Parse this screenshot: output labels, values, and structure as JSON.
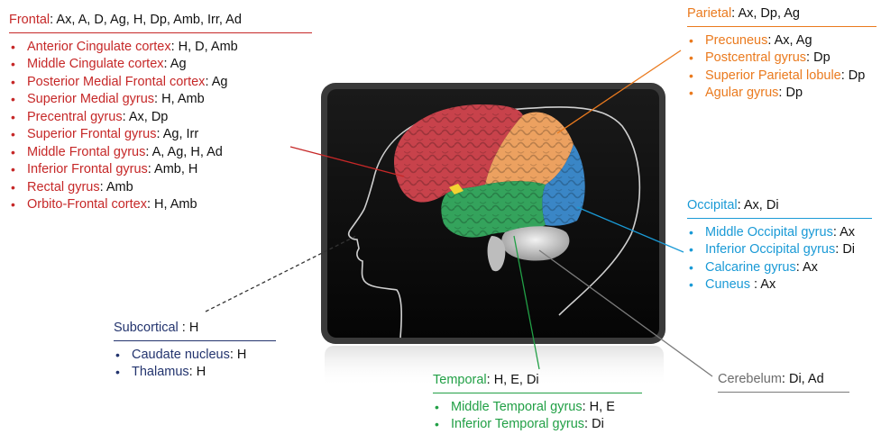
{
  "frontal": {
    "name": "Frontal",
    "abbr": "Ax, A, D, Ag, H, Dp, Amb, Irr, Ad",
    "items": [
      {
        "label": "Anterior Cingulate cortex",
        "abbr": "H, D, Amb"
      },
      {
        "label": "Middle Cingulate cortex",
        "abbr": "Ag"
      },
      {
        "label": "Posterior Medial Frontal cortex",
        "abbr": "Ag"
      },
      {
        "label": "Superior Medial gyrus",
        "abbr": "H, Amb"
      },
      {
        "label": "Precentral gyrus",
        "abbr": "Ax, Dp"
      },
      {
        "label": "Superior Frontal gyrus",
        "abbr": "Ag, Irr"
      },
      {
        "label": "Middle Frontal gyrus",
        "abbr": "A, Ag, H, Ad"
      },
      {
        "label": "Inferior Frontal gyrus",
        "abbr": "Amb, H"
      },
      {
        "label": "Rectal gyrus",
        "abbr": "Amb"
      },
      {
        "label": "Orbito-Frontal cortex",
        "abbr": "H, Amb"
      }
    ]
  },
  "parietal": {
    "name": "Parietal",
    "abbr": "Ax, Dp, Ag",
    "items": [
      {
        "label": "Precuneus",
        "abbr": "Ax, Ag"
      },
      {
        "label": "Postcentral gyrus",
        "abbr": "Dp"
      },
      {
        "label": "Superior Parietal lobule",
        "abbr": "Dp"
      },
      {
        "label": "Agular gyrus",
        "abbr": "Dp"
      }
    ]
  },
  "occipital": {
    "name": "Occipital",
    "abbr": "Ax, Di",
    "items": [
      {
        "label": "Middle Occipital gyrus",
        "abbr": "Ax"
      },
      {
        "label": "Inferior Occipital gyrus",
        "abbr": "Di"
      },
      {
        "label": "Calcarine gyrus",
        "abbr": "Ax"
      },
      {
        "label": "Cuneus ",
        "abbr": "Ax"
      }
    ]
  },
  "subcortical": {
    "name": "Subcortical ",
    "abbr": " H",
    "items": [
      {
        "label": "Caudate nucleus",
        "abbr": "H"
      },
      {
        "label": "Thalamus",
        "abbr": "H"
      }
    ]
  },
  "temporal": {
    "name": "Temporal",
    "abbr": "H, E, Di",
    "items": [
      {
        "label": "Middle Temporal gyrus",
        "abbr": "H, E"
      },
      {
        "label": "Inferior Temporal gyrus",
        "abbr": "Di"
      }
    ]
  },
  "cerebellum": {
    "name": "Cerebelum",
    "abbr": "Di, Ad"
  },
  "colors": {
    "frontal": "#c62828",
    "parietal": "#ea7a1e",
    "occipital": "#1a9ad6",
    "subcortical": "#23346e",
    "temporal": "#22a046",
    "cerebellum": "#7b7b7b"
  }
}
